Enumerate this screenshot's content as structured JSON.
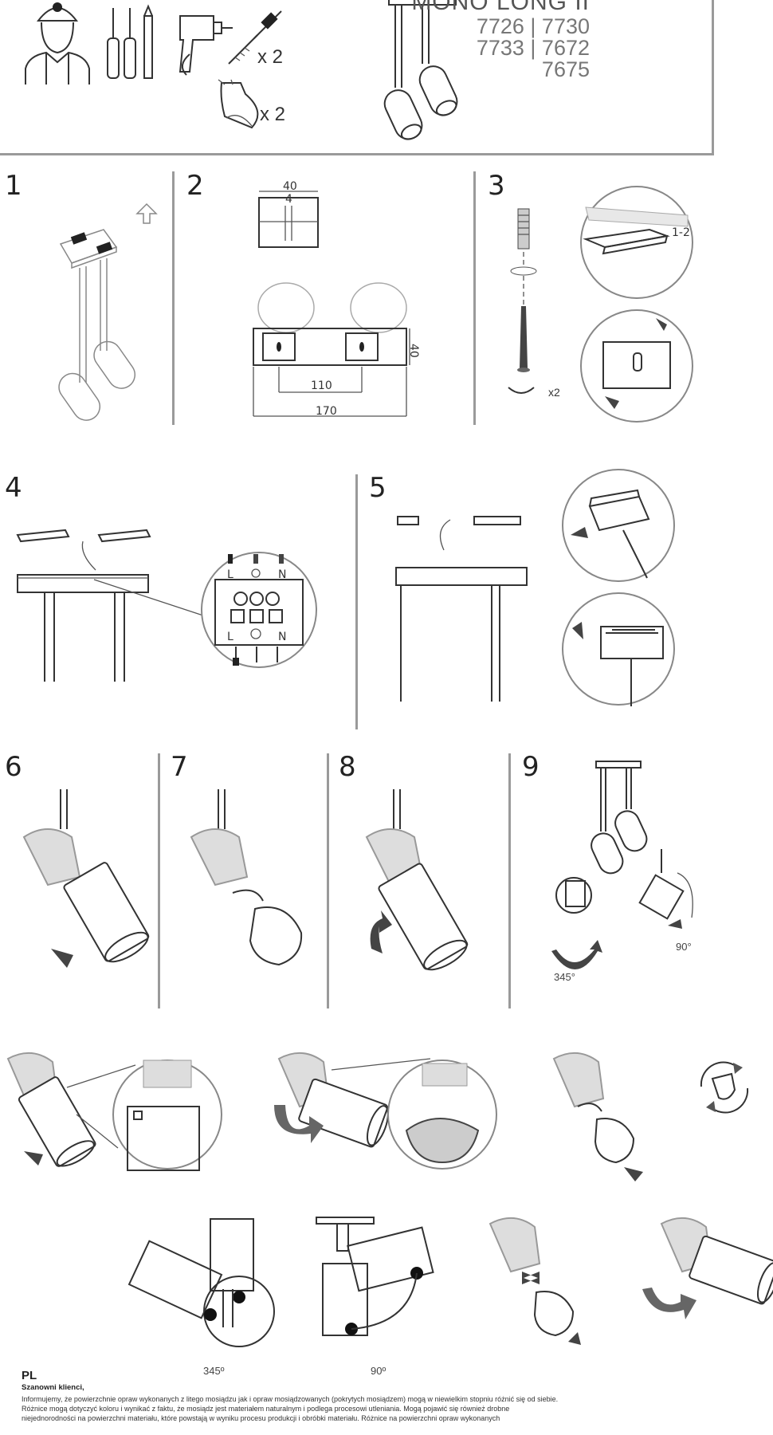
{
  "header": {
    "model_title": "MONO LONG II",
    "model_codes": [
      "7726 | 7730",
      "7733 | 7672",
      "7675"
    ],
    "screw_qty": "x 2",
    "bulb_qty": "x 2",
    "icons": [
      "installer-icon",
      "screwdrivers-icon",
      "drill-icon",
      "screw-anchor-icon",
      "gu10-bulb-icon",
      "lamp-preview-icon"
    ]
  },
  "steps": [
    "1",
    "2",
    "3",
    "4",
    "5",
    "6",
    "7",
    "8",
    "9"
  ],
  "step2": {
    "hole_width": "40",
    "hole_offset": "4",
    "mount_height": "40",
    "hole_spacing": "110",
    "total_width": "170"
  },
  "step3": {
    "angle_label": "1-2",
    "qty": "x2"
  },
  "step4": {
    "terminal_top": [
      "L",
      "N"
    ],
    "terminal_bottom": [
      "L",
      "N"
    ]
  },
  "step9": {
    "rotation_angle": "345°",
    "tilt_angle": "90°"
  },
  "angles_bottom": [
    "345º",
    "90º"
  ],
  "footer": {
    "lang_code": "PL",
    "greeting": "Szanowni klienci,",
    "lines": [
      "Informujemy, że powierzchnie opraw wykonanych z litego mosiądzu jak i opraw mosiądzowanych (pokrytych mosiądzem) mogą w niewielkim stopniu różnić się od siebie.",
      "Różnice mogą dotyczyć koloru i wynikać z faktu, że mosiądz jest materiałem naturalnym i podlega procesowi utleniania. Mogą pojawić się również drobne",
      "niejednorodności na powierzchni materiału, które powstają w wyniku procesu produkcji i obróbki materiału. Różnice na powierzchni opraw wykonanych"
    ]
  }
}
